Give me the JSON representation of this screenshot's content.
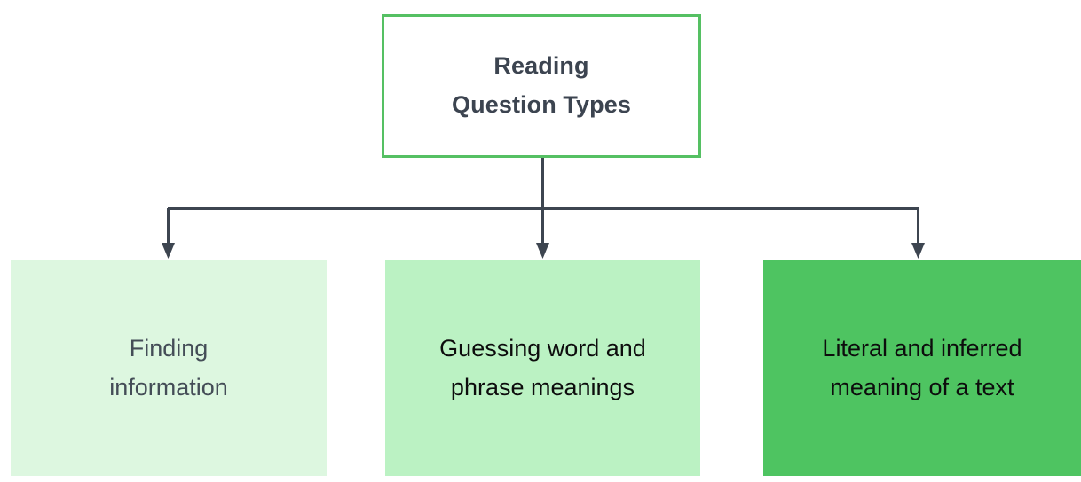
{
  "diagram": {
    "type": "hierarchy-tree",
    "title": "Reading Question Types",
    "root": {
      "label": "Reading\nQuestion Types",
      "fill": "#ffffff",
      "border_color": "#55c063",
      "text_color": "#3c4450"
    },
    "children": [
      {
        "label": "Finding\ninformation",
        "fill": "#ddf7e0",
        "text_color": "#444d57"
      },
      {
        "label": "Guessing word and\nphrase meanings",
        "fill": "#bbf2c3",
        "text_color": "#0d0d0d"
      },
      {
        "label": "Literal and inferred\nmeaning of a text",
        "fill": "#4ec461",
        "text_color": "#0d0d0d"
      }
    ],
    "connector": {
      "color": "#3d4550",
      "style": "orthogonal-with-arrowheads",
      "stroke_width": 3
    },
    "background": "#ffffff"
  }
}
